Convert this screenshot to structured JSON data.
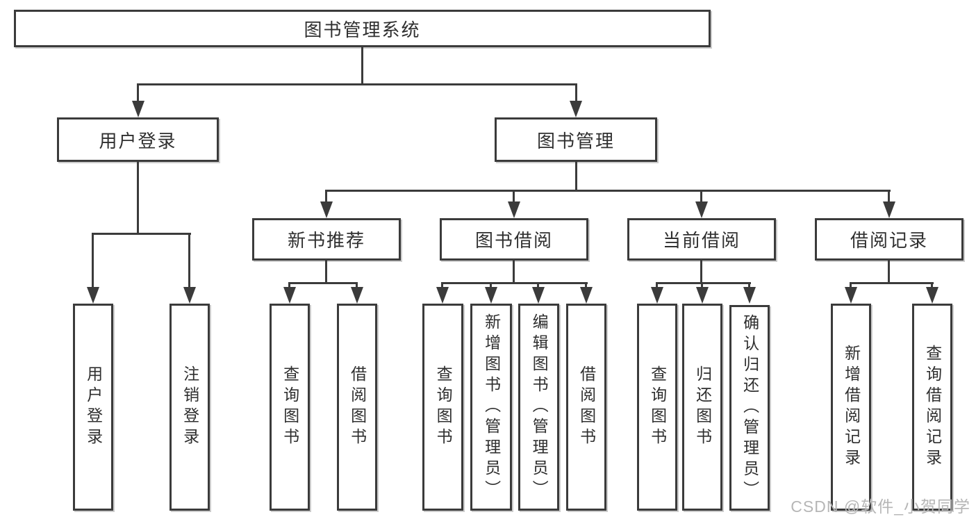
{
  "nodes": {
    "root": "图书管理系统",
    "user_login": "用户登录",
    "book_mgmt": "图书管理",
    "new_book_rec": "新书推荐",
    "book_borrow": "图书借阅",
    "current_borrow": "当前借阅",
    "borrow_records": "借阅记录",
    "leaf_user_login": "用户登录",
    "leaf_logout": "注销登录",
    "leaf_query_book_rec": "查询图书",
    "leaf_borrow_book_rec": "借阅图书",
    "leaf_query_book_borrow": "查询图书",
    "leaf_add_book_admin": "新增图书（管理员）",
    "leaf_edit_book_admin": "编辑图书（管理员）",
    "leaf_borrow_book": "借阅图书",
    "leaf_query_book_current": "查询图书",
    "leaf_return_book": "归还图书",
    "leaf_confirm_return_admin": "确认归还（管理员）",
    "leaf_add_borrow_record": "新增借阅记录",
    "leaf_query_borrow_record": "查询借阅记录"
  },
  "hierarchy": {
    "图书管理系统": {
      "用户登录": [
        "用户登录",
        "注销登录"
      ],
      "图书管理": {
        "新书推荐": [
          "查询图书",
          "借阅图书"
        ],
        "图书借阅": [
          "查询图书",
          "新增图书（管理员）",
          "编辑图书（管理员）",
          "借阅图书"
        ],
        "当前借阅": [
          "查询图书",
          "归还图书",
          "确认归还（管理员）"
        ],
        "借阅记录": [
          "新增借阅记录",
          "查询借阅记录"
        ]
      }
    }
  },
  "watermark": "CSDN @软件_小贺同学",
  "colors": {
    "line": "#3b3b3b",
    "text": "#2f2f2f",
    "watermark": "#b6b6b6",
    "background": "#ffffff"
  }
}
